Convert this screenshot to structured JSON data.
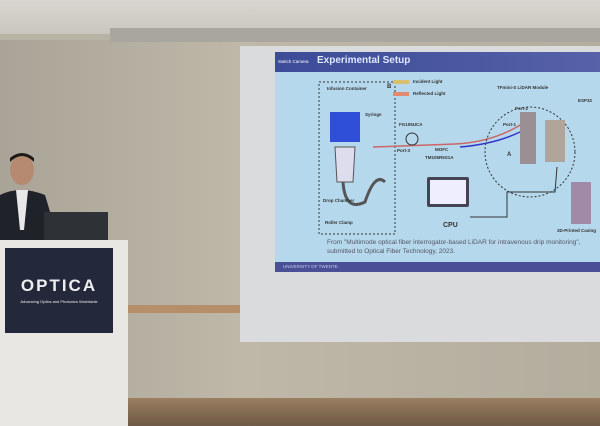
{
  "slide": {
    "title": "Experimental Setup",
    "corner_badge": "Switch Camera",
    "labels": {
      "infusion_container": "Infusion Container",
      "box_b": "B",
      "box_a": "A",
      "incident_light": "Incident Light",
      "reflected_light": "Reflected Light",
      "syringe": "Syringe",
      "fg105uca": "FG105UCA",
      "port3": "Port-3",
      "mofc": "MOFC",
      "tm": "TM105R5S1A",
      "lidar": "TFmini-S LiDAR Module",
      "esp32": "ESP32",
      "port2": "Port-2",
      "port1": "Port-1",
      "drop_chamber": "Drop Chamber",
      "roller_clamp": "Roller Clamp",
      "cpu": "CPU",
      "casing": "3D-Printed Casing"
    },
    "caption": "From \"Multimode optical fiber interrogator-based LiDAR for intravenous drip monitoring\", submitted to Optical Fiber Technology, 2023.",
    "footer": "UNIVERSITY OF TWENTE."
  },
  "podium": {
    "logo": "OPTICA",
    "tagline": "Advancing Optics and Photonics Worldwide"
  },
  "colors": {
    "slide_bg": "#b6d8ec",
    "header": "#3c4c98",
    "podium_panel": "#23293a"
  }
}
